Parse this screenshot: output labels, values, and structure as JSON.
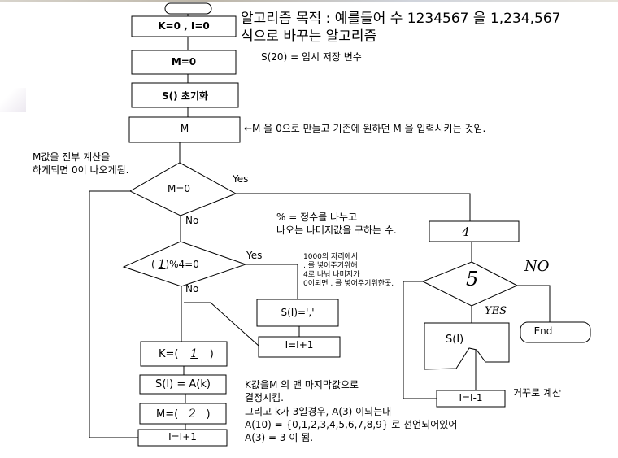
{
  "title": {
    "line1": "알고리즘 목적 : 예를들어 수 1234567 을 1,234,567",
    "line2": "식으로 바꾸는 알고리즘"
  },
  "notes": {
    "temp_var": "S(20) = 임시 저장 변수",
    "m_input": "←M 을 0으로 만들고 기존에 원하던 M 을 입력시키는 것임.",
    "m_zero_1": "M값을 전부 계산을",
    "m_zero_2": "하게되면 0이 나오게됨.",
    "mod_1": "% = 정수를 나누고",
    "mod_2": "나오는 나머지값을 구하는 수.",
    "comma_1": "1000의 자리에서",
    "comma_2": ", 를 넣어주기위해",
    "comma_3": "4로 나눠 나머지가",
    "comma_4": "0이되면 , 를 넣어주기위한곳.",
    "reverse": "거꾸로 계산",
    "k_1": "K값을M 의 맨 마지막값으로",
    "k_2": "결정시킴.",
    "k_3": "그리고 k가 3일경우, A(3) 이되는대",
    "k_4": "A(10) = {0,1,2,3,4,5,6,7,8,9} 로 선언되어있어",
    "k_5": "A(3) = 3 이 됨."
  },
  "nodes": {
    "init_ki": "K=0 , I=0",
    "init_m": "M=0",
    "init_s": "S() 초기화",
    "input_m": "M",
    "dec_m_zero": "M=0",
    "dec_mod_prefix": "(",
    "dec_mod_hand": "1",
    "dec_mod_suffix": ")%4=0",
    "set_comma": "S(I)=','",
    "inc_i_comma": "I=I+1",
    "set_k_prefix": "K=(",
    "set_k_hand": "1",
    "set_k_suffix": ")",
    "set_s": "S(I) = A(k)",
    "set_m_prefix": "M=(",
    "set_m_hand": "2",
    "set_m_suffix": ")",
    "inc_i": "I=I+1",
    "step4": "4",
    "dec5": "5",
    "output_s": "S(I)",
    "dec_i": "I=I-1",
    "end": "End"
  },
  "branch_labels": {
    "m_zero_yes": "Yes",
    "m_zero_no": "No",
    "mod_yes": "Yes",
    "mod_no": "No",
    "dec5_no": "NO",
    "dec5_yes": "YES"
  }
}
